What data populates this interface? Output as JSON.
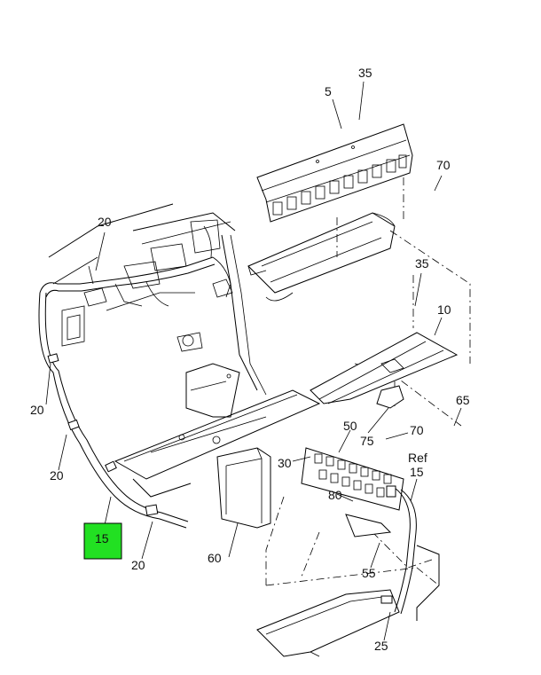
{
  "callouts": {
    "c35_top": "35",
    "c5": "5",
    "c70_top": "70",
    "c20_upper": "20",
    "c35_mid": "35",
    "c10": "10",
    "c20_left": "20",
    "c65": "65",
    "c50": "50",
    "c75": "75",
    "c70_mid": "70",
    "c30": "30",
    "c20_lower": "20",
    "c_ref": "Ref",
    "c15_right": "15",
    "c80": "80",
    "c15_highlight": "15",
    "c20_bottom": "20",
    "c60": "60",
    "c55": "55",
    "c25": "25"
  },
  "colors": {
    "highlight": "#22e022",
    "line": "#000000"
  }
}
